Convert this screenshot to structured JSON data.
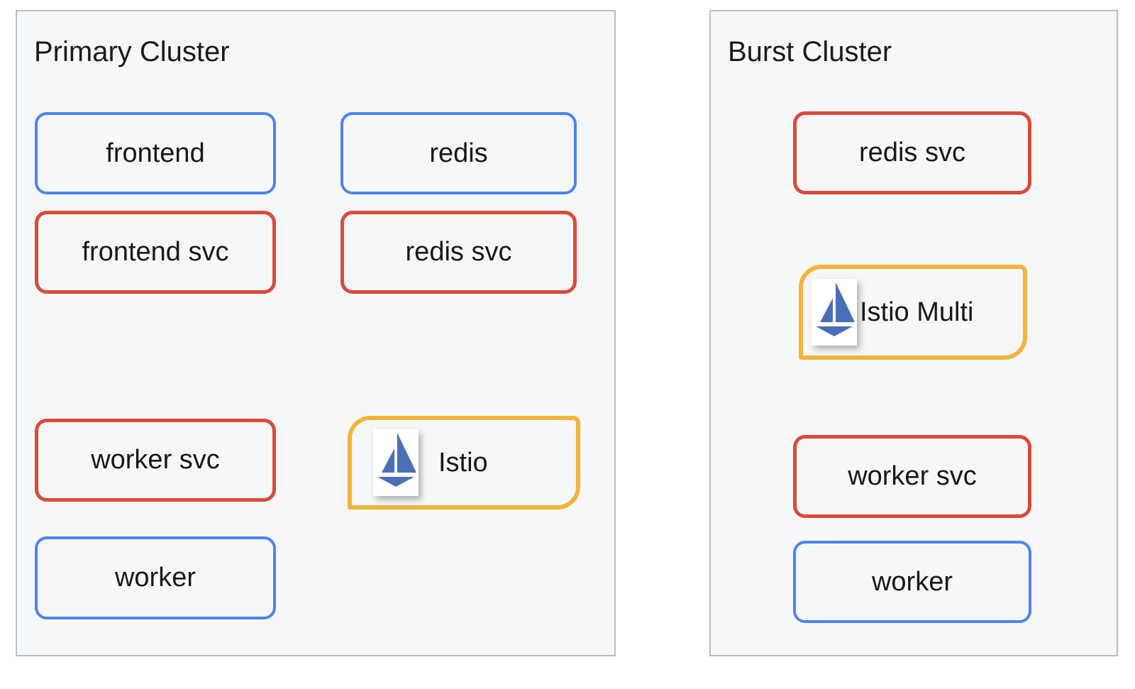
{
  "colors": {
    "deployment_border_blue": "#4d84ee",
    "service_border_red": "#db4a39",
    "istio_border_yellow": "#f2b43a",
    "istio_logo_blue": "#4a6fb5",
    "cluster_background": "#f5f7f9",
    "cluster_border_gray": "#b9bdc2",
    "text": "#181818"
  },
  "clusters": [
    {
      "title": "Primary Cluster",
      "nodes": [
        {
          "label": "frontend",
          "border_color": "#4d84ee"
        },
        {
          "label": "redis",
          "border_color": "#4d84ee"
        },
        {
          "label": "frontend svc",
          "border_color": "#db4a39"
        },
        {
          "label": "redis svc",
          "border_color": "#db4a39"
        },
        {
          "label": "worker svc",
          "border_color": "#db4a39"
        },
        {
          "label": "Istio",
          "border_color": "#f2b43a",
          "icon": "istio-sailboat-icon"
        },
        {
          "label": "worker",
          "border_color": "#4d84ee"
        }
      ]
    },
    {
      "title": "Burst Cluster",
      "nodes": [
        {
          "label": "redis svc",
          "border_color": "#db4a39"
        },
        {
          "label": "Istio Multi",
          "border_color": "#f2b43a",
          "icon": "istio-sailboat-icon"
        },
        {
          "label": "worker svc",
          "border_color": "#db4a39"
        },
        {
          "label": "worker",
          "border_color": "#4d84ee"
        }
      ]
    }
  ]
}
